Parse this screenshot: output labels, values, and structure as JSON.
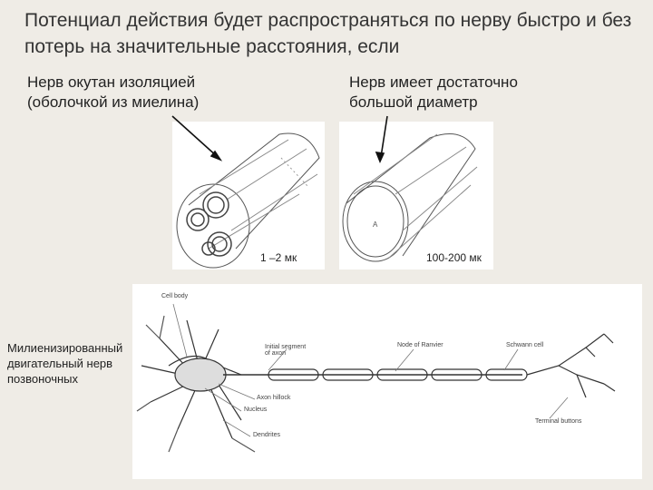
{
  "title": "Потенциал действия будет распространяться по нерву быстро и без потерь на значительные расстояния, если",
  "left_label": "Нерв окутан изоляцией (оболочкой из миелина)",
  "right_label": "Нерв имеет достаточно большой диаметр",
  "left_size": "1 –2 мк",
  "right_size": "100-200 мк",
  "caption": "Милиенизированный двигательный нерв позвоночных",
  "neuron_labels": {
    "cell_body": "Cell body",
    "initial_segment": "Initial segment of axon",
    "node_of_ranvier": "Node of Ranvier",
    "schwann_cell": "Schwann cell",
    "axon_hillock": "Axon hillock",
    "nucleus": "Nucleus",
    "dendrites": "Dendrites",
    "terminal_buttons": "Terminal buttons"
  }
}
